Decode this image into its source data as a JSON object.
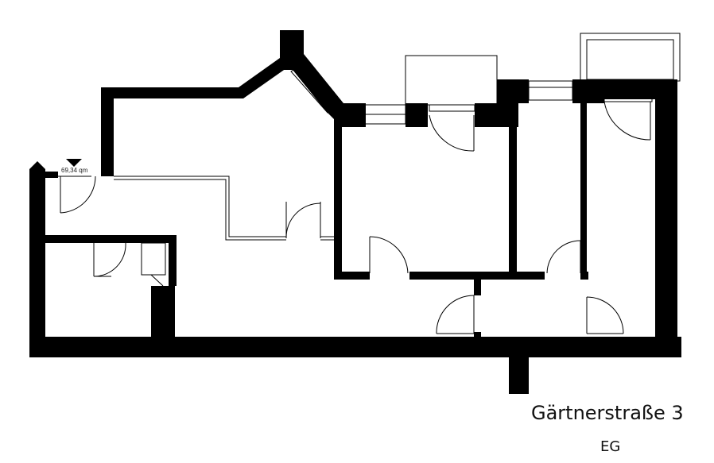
{
  "plan": {
    "area_label": "69,34 qm",
    "address": "Gärtnerstraße 3",
    "floor": "EG"
  }
}
